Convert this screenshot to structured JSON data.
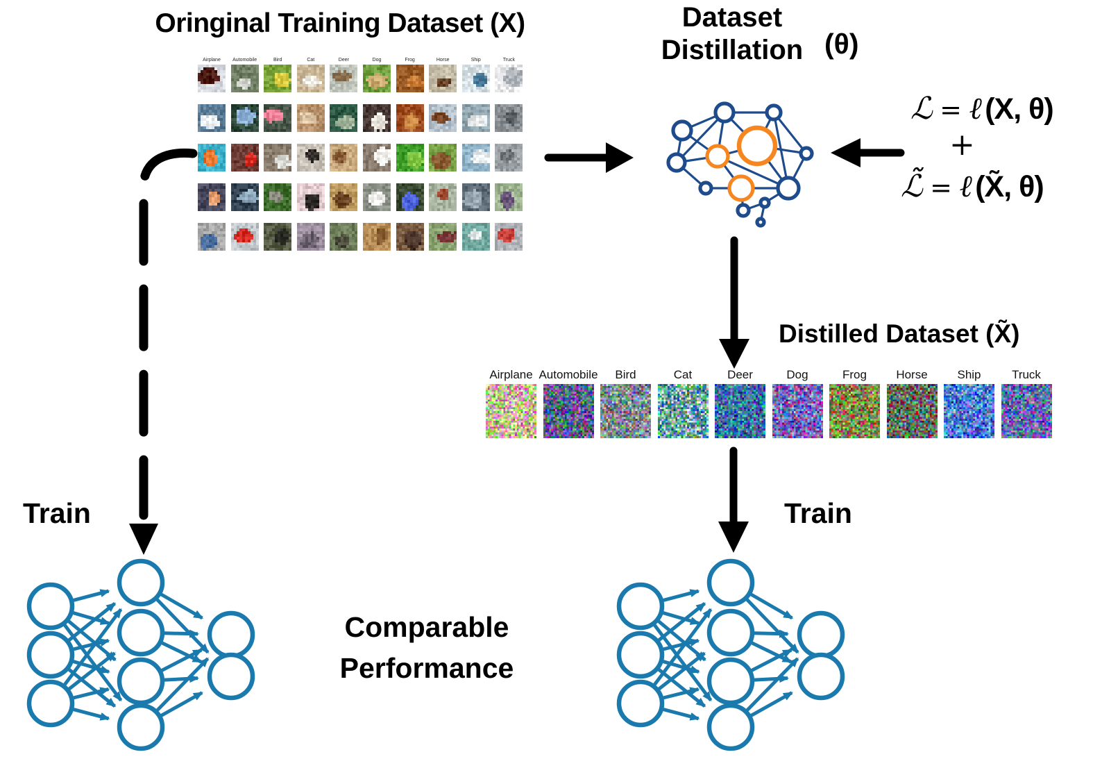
{
  "header": {
    "original_title": "Oringinal Training Dataset (X)",
    "distillation_title_line1": "Dataset",
    "distillation_title_line2": "Distillation",
    "distillation_theta": "(θ)",
    "distilled_title": "Distilled Dataset (X̃)"
  },
  "equations": {
    "loss1_lhs": "ℒ",
    "loss1_eq": "=",
    "loss1_fn": "ℓ",
    "loss1_args": "(X, θ)",
    "plus": "+",
    "loss2_lhs": "ℒ̃",
    "loss2_eq": "=",
    "loss2_fn": "ℓ",
    "loss2_args": "(X̃, θ)"
  },
  "labels": {
    "train_left": "Train",
    "train_right": "Train",
    "comparable_line1": "Comparable",
    "comparable_line2": "Performance"
  },
  "original_dataset": {
    "classes": [
      "Airplane",
      "Automobile",
      "Bird",
      "Cat",
      "Deer",
      "Dog",
      "Frog",
      "Horse",
      "Ship",
      "Truck"
    ],
    "row_count": 5,
    "cell_colors": [
      [
        [
          "#d8dce0",
          "#4a1a12"
        ],
        [
          "#6f7d63",
          "#cfd3cb"
        ],
        [
          "#79a338",
          "#d9ca40"
        ],
        [
          "#c9b696",
          "#efece5"
        ],
        [
          "#c2c8bd",
          "#8a6f4e"
        ],
        [
          "#6f9e3f",
          "#c9a96d"
        ],
        [
          "#9a5a26",
          "#cd7f3a"
        ],
        [
          "#c6bda9",
          "#6b452a"
        ],
        [
          "#d9e2e6",
          "#4a7a99"
        ],
        [
          "#e8eaec",
          "#aeb4ba"
        ]
      ],
      [
        [
          "#5d7f9a",
          "#e9eef2"
        ],
        [
          "#2c463a",
          "#8fb3d9"
        ],
        [
          "#49564a",
          "#ef7f96"
        ],
        [
          "#b8926d",
          "#dcc4a4"
        ],
        [
          "#2d5945",
          "#9fb49a"
        ],
        [
          "#473833",
          "#e9e5dd"
        ],
        [
          "#9c491e",
          "#cd8a45"
        ],
        [
          "#b4c0c9",
          "#7c4827"
        ],
        [
          "#90a4ae",
          "#e9eded"
        ],
        [
          "#8b9094",
          "#595e62"
        ]
      ],
      [
        [
          "#3fb3cc",
          "#e8762e"
        ],
        [
          "#6b3a33",
          "#da2f26"
        ],
        [
          "#897c6d",
          "#dcdcd6"
        ],
        [
          "#c9c3ba",
          "#35312d"
        ],
        [
          "#c9a97e",
          "#8a5e39"
        ],
        [
          "#8b7e71",
          "#f3f1ed"
        ],
        [
          "#3f9e2a",
          "#84ca47"
        ],
        [
          "#7aa347",
          "#8a5a33"
        ],
        [
          "#91b4c9",
          "#eaeff1"
        ],
        [
          "#9fa4a9",
          "#6f7479"
        ]
      ],
      [
        [
          "#49495e",
          "#e89f70"
        ],
        [
          "#324250",
          "#8fa9bd"
        ],
        [
          "#3e6d2d",
          "#8b8b7e"
        ],
        [
          "#e2cbce",
          "#2f2b29"
        ],
        [
          "#c09e63",
          "#6e4a28"
        ],
        [
          "#8b9086",
          "#efefeb"
        ],
        [
          "#394932",
          "#4a60d9"
        ],
        [
          "#a9b4a1",
          "#9e4a33"
        ],
        [
          "#5e6d78",
          "#9ba9b4"
        ],
        [
          "#9fb490",
          "#6d597c"
        ]
      ],
      [
        [
          "#a9a9a9",
          "#4a6e9e"
        ],
        [
          "#c0c5ca",
          "#da2f26"
        ],
        [
          "#595e49",
          "#34342f"
        ],
        [
          "#9f90a1",
          "#6d6270"
        ],
        [
          "#6d7c59",
          "#494939"
        ],
        [
          "#ba905b",
          "#8a5f33"
        ],
        [
          "#7c5e45",
          "#493227"
        ],
        [
          "#8ba471",
          "#7c393a"
        ],
        [
          "#71a9a1",
          "#e1e9e9"
        ],
        [
          "#b1b5b9",
          "#c8413a"
        ]
      ]
    ]
  },
  "distilled_dataset": {
    "classes": [
      "Airplane",
      "Automobile",
      "Bird",
      "Cat",
      "Deer",
      "Dog",
      "Frog",
      "Horse",
      "Ship",
      "Truck"
    ],
    "tints": [
      [
        "#e878c8",
        "#8cd05a",
        "#f0f0a0"
      ],
      [
        "#3a58a8",
        "#3f8a4a",
        "#9a3fa8"
      ],
      [
        "#7a8a6a",
        "#9aa8b8",
        "#6a7a9a"
      ],
      [
        "#3a7ab0",
        "#58a868",
        "#c8d8e0"
      ],
      [
        "#2a6a9a",
        "#38a098",
        "#4a4ab0"
      ],
      [
        "#4a5ac0",
        "#b03a9a",
        "#6a9ad0"
      ],
      [
        "#4a9a3a",
        "#c04a4a",
        "#8ab060"
      ],
      [
        "#5a9a4a",
        "#8a2a3a",
        "#4a7a8a"
      ],
      [
        "#2a55c0",
        "#4a85d8",
        "#7aa8e8"
      ],
      [
        "#4a58c8",
        "#b04ab0",
        "#3a9a8a"
      ]
    ]
  },
  "network": {
    "layers": [
      3,
      4,
      2
    ]
  },
  "colors": {
    "brain_blue": "#1d4b8c",
    "brain_orange": "#f6861f",
    "net_stroke": "#1b7aad",
    "arrow": "#000000"
  }
}
